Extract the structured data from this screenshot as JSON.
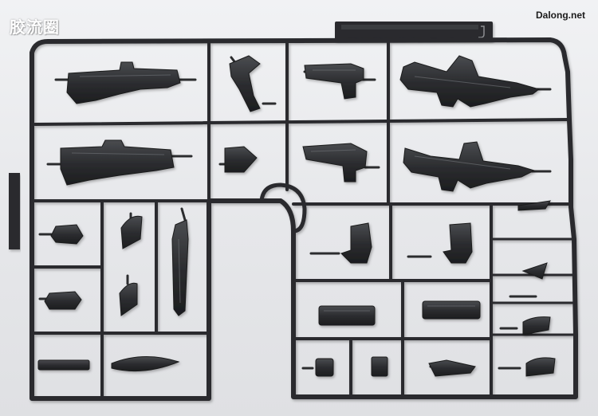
{
  "watermarks": {
    "left": "胶流圈",
    "right": "Dalong.net"
  },
  "scene": {
    "subject": "plastic-model-kit-runner",
    "colors": {
      "background": "#e7e8eb",
      "plastic": "#2b2c2e",
      "plastic_highlight": "#55575b",
      "watermark_left": "#ffffff",
      "watermark_right": "#1b1b1b"
    }
  }
}
